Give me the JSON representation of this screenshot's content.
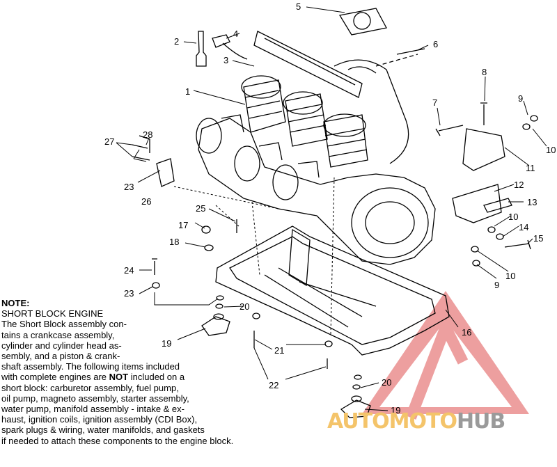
{
  "labels": [
    "1",
    "2",
    "3",
    "4",
    "5",
    "6",
    "7",
    "8",
    "9",
    "10",
    "11",
    "12",
    "13",
    "14",
    "15",
    "16",
    "17",
    "18",
    "19",
    "20",
    "21",
    "22",
    "23",
    "24",
    "25",
    "26",
    "27",
    "28"
  ],
  "note": {
    "title": "NOTE:",
    "lines": [
      "SHORT BLOCK ENGINE",
      "The Short Block assembly con-",
      "tains a crankcase assembly,",
      "cylinder and cylinder head as-",
      "sembly, and a piston & crank-",
      "shaft assembly.  The following items included",
      "with complete engines are NOT included on a",
      "short block:  carburetor assembly, fuel pump,",
      "oil pump, magneto assembly, starter assembly,",
      "water pump, manifold assembly - intake & ex-",
      "haust, ignition coils, ignition assembly (CDI Box),",
      "spark plugs & wiring, water manifolds, and gaskets",
      "if needed to attach these components to the engine block."
    ]
  },
  "watermark": {
    "part1": "AUTOMOTO",
    "part2": "HUB",
    "color1": "#f4c46a",
    "color2": "#9a9a9a",
    "triangle_color": "#e88080"
  }
}
